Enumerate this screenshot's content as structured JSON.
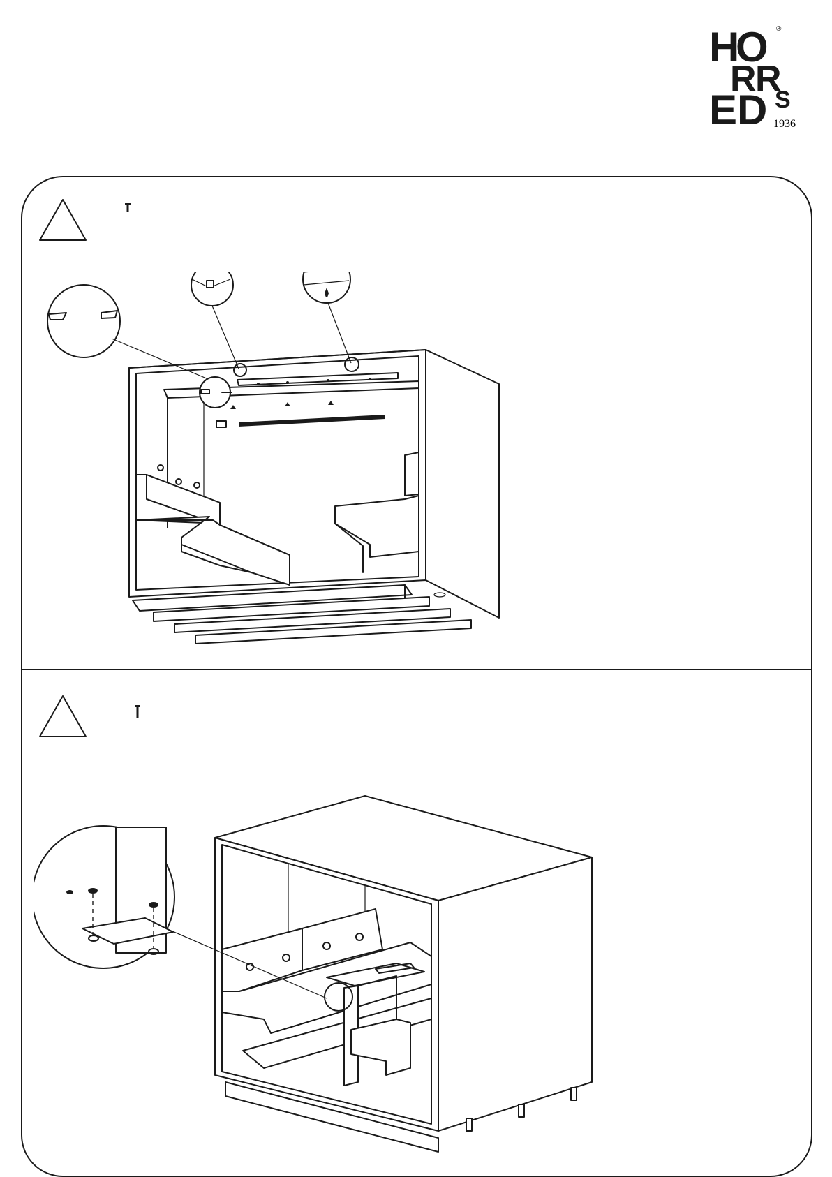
{
  "logo": {
    "letters": [
      "H",
      "O",
      "R",
      "R",
      "E",
      "D",
      "S"
    ],
    "registered_mark": "®",
    "year": "1936"
  },
  "steps": [
    {
      "id": "step-1",
      "warning_icon": "warning-triangle-icon",
      "hardware_icon": "small-screw-icon"
    },
    {
      "id": "step-2",
      "warning_icon": "warning-triangle-icon",
      "hardware_icon": "bolt-icon"
    }
  ]
}
